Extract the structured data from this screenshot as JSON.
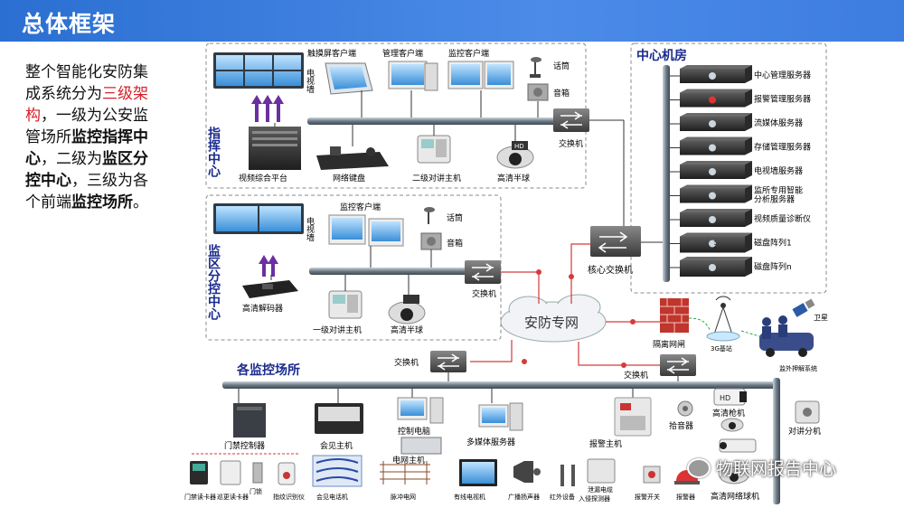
{
  "title": "总体框架",
  "description": {
    "p1": "整个智能化安防集成系统分为",
    "p2": "三级架构",
    "p3": "，一级为公安监管场所",
    "p4": "监控指挥中心",
    "p5": "，二级为",
    "p6": "监区分控中心",
    "p7": "，三级为各个前端",
    "p8": "监控场所",
    "p9": "。"
  },
  "command_center": {
    "label": "指挥中心",
    "devices": {
      "video_wall": "电视墙",
      "touch_client": "触摸屏客户端",
      "mgmt_client": "管理客户端",
      "monitor_client": "监控客户端",
      "mic": "话筒",
      "speaker": "音箱",
      "platform": "视频综合平台",
      "keyboard": "网络键盘",
      "intercom": "二级对讲主机",
      "dome": "高清半球",
      "switch": "交换机"
    }
  },
  "data_center": {
    "label": "中心机房",
    "servers": [
      "中心管理服务器",
      "报警管理服务器",
      "流媒体服务器",
      "存储管理服务器",
      "电视墙服务器",
      "监所专用智能\n分析服务器",
      "视频质量诊断仪",
      "磁盘阵列1",
      "磁盘阵列n"
    ],
    "core_switch": "核心交换机"
  },
  "sub_center": {
    "label": "监区分控中心",
    "devices": {
      "video_wall": "电视墙",
      "monitor_client": "监控客户端",
      "mic": "话筒",
      "speaker": "音箱",
      "decoder": "高清解码器",
      "intercom": "一级对讲主机",
      "dome": "高清半球",
      "switch": "交换机"
    }
  },
  "network": {
    "cloud": "安防专网",
    "firewall": "隔离网闸",
    "base_station": "3G基站",
    "satellite": "卫星",
    "field_system": "监外押解系统",
    "switch1": "交换机",
    "switch2": "交换机"
  },
  "sites": {
    "label": "各监控场所",
    "devices": {
      "access_controller": "门禁控制器",
      "visit_host": "会见主机",
      "control_pc": "控制电脑",
      "grid_host": "电网主机",
      "media_server": "多媒体服务器",
      "alarm_host": "报警主机",
      "pickup": "拾音器",
      "hd_gun": "高清枪机",
      "intercom_ext": "对讲分机",
      "reader": "门禁读卡器",
      "patrol_reader": "巡更读卡器",
      "door_lock": "门锁",
      "fingerprint": "指纹识别仪",
      "visit_phone": "会见电话机",
      "pulse_grid": "脉冲电网",
      "tv": "有线电视机",
      "loudspeaker": "广播扬声器",
      "infrared": "红外设备",
      "leak_cable": "泄漏电缆",
      "intrusion": "入侵探测器",
      "alarm_switch": "报警开关",
      "alarm": "报警器",
      "hd_dome_cam": "高清网络球机",
      "hd_tag": "HD"
    }
  },
  "watermark": "物联网报告中心",
  "colors": {
    "title_bg": "#2a6fd1",
    "accent_red": "#d8202a",
    "link_red": "#d63a3a",
    "bus": "#4a5560"
  }
}
